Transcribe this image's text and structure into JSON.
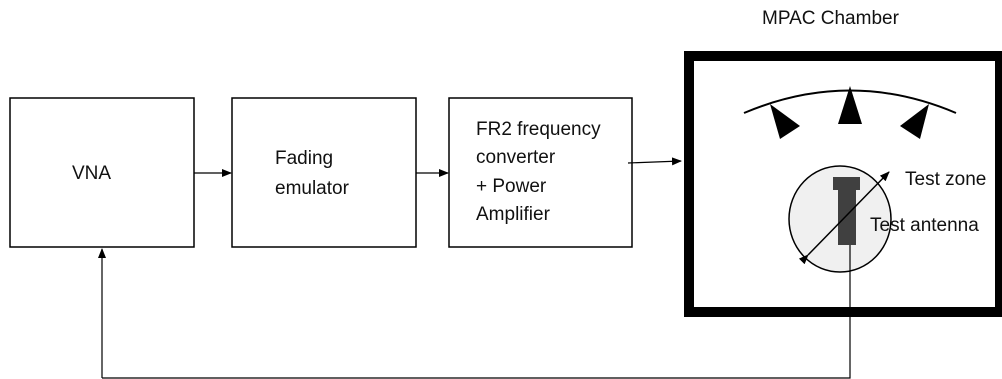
{
  "diagram": {
    "blocks": {
      "vna": "VNA",
      "fading_line1": "Fading",
      "fading_line2": "emulator",
      "conv_line1": "FR2 frequency",
      "conv_line2": "converter",
      "conv_line3": "+ Power",
      "conv_line4": "Amplifier"
    },
    "chamber": {
      "title": "MPAC Chamber",
      "test_zone": "Test zone",
      "test_antenna": "Test antenna"
    },
    "colors": {
      "line": "#000000",
      "zone_fill": "#f0f0f0",
      "antenna_fill": "#404040"
    }
  }
}
